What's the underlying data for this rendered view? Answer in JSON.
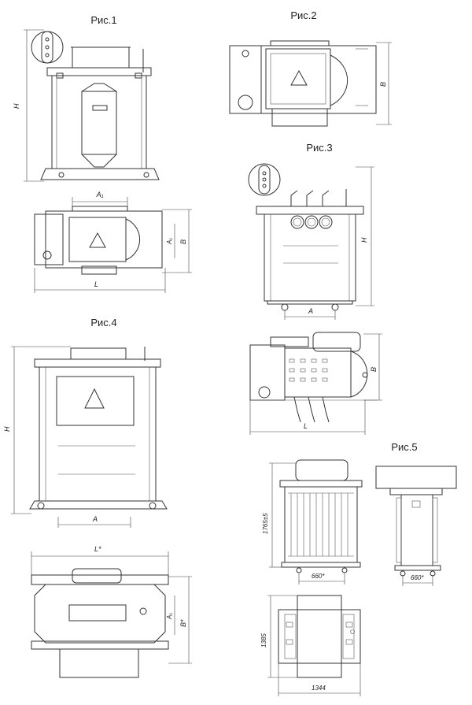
{
  "figures": {
    "fig1": {
      "caption": "Рис.1",
      "dims": {
        "h": "H",
        "a1": "A₁",
        "a1_side": "A₁",
        "b": "B",
        "l": "L"
      }
    },
    "fig2": {
      "caption": "Рис.2",
      "dims": {
        "b": "B"
      }
    },
    "fig3": {
      "caption": "Рис.3",
      "dims": {
        "h": "H",
        "a": "A",
        "b": "B",
        "l": "L"
      }
    },
    "fig4": {
      "caption": "Рис.4",
      "dims": {
        "h": "H",
        "a": "A",
        "l": "L*",
        "a1": "A₁",
        "b": "B*"
      }
    },
    "fig5": {
      "caption": "Рис.5",
      "dims": {
        "height": "1765±5",
        "width_front": "660*",
        "width_side": "660*",
        "depth": "1385",
        "length": "1344"
      }
    }
  }
}
